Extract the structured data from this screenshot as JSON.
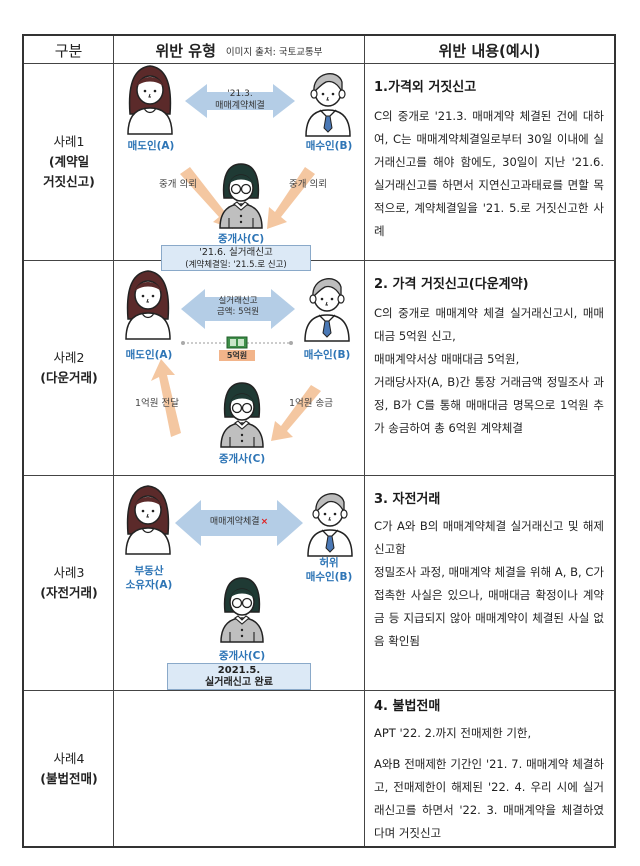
{
  "header": {
    "col1": "구분",
    "col2": "위반 유형",
    "col2_source": "이미지 출처: 국토교통부",
    "col3": "위반 내용(예시)"
  },
  "cases": [
    {
      "label": "사례1",
      "type": "(계약일 거짓신고)",
      "type_lines": [
        "(계약일",
        "거짓신고)"
      ],
      "illustration": {
        "seller": "매도인(A)",
        "buyer": "매수인(B)",
        "broker": "중개사(C)",
        "arrow_text_1": "'21.3.",
        "arrow_text_2": "매매계약체결",
        "left_flow": "중개 의뢰",
        "right_flow": "중개 의뢰",
        "box_line1": "'21.6. 실거래신고",
        "box_line2": "(계약체결일: '21.5.로 신고)"
      },
      "title": "1.가격외 거짓신고",
      "body": [
        "C의 중개로 '21.3. 매매계약 체결된 건에 대하여, C는 매매계약체결일로부터 30일 이내에 실거래신고를 해야 함에도, 30일이 지난 '21.6. 실거래신고를 하면서 지연신고과태료를 면할 목적으로, 계약체결일을 '21. 5.로 거짓신고한 사례"
      ]
    },
    {
      "label": "사례2",
      "type": "(다운거래)",
      "illustration": {
        "seller": "매도인(A)",
        "buyer": "매수인(B)",
        "broker": "중개사(C)",
        "arrow_text_1": "실거래신고",
        "arrow_text_2": "금액: 5억원",
        "money_label": "5억원",
        "left_flow": "1억원 전달",
        "right_flow": "1억원 송금"
      },
      "title": "2. 가격 거짓신고(다운계약)",
      "body": [
        "C의 중개로 매매계약 체결 실거래신고시, 매매대금 5억원 신고,",
        "매매계약서상 매매대금 5억원,",
        "거래당사자(A, B)간 통장 거래금액 정밀조사 과정, B가 C를 통해 매매대금 명목으로 1억원 추가 송금하여 총 6억원 계약체결"
      ]
    },
    {
      "label": "사례3",
      "type": "(자전거래)",
      "illustration": {
        "seller_line1": "부동산",
        "seller_line2": "소유자(A)",
        "buyer_line1": "허위",
        "buyer_line2": "매수인(B)",
        "broker": "중개사(C)",
        "arrow_text": "매매계약체결",
        "arrow_mark": "×",
        "box_line1": "2021.5.",
        "box_line2": "실거래신고 완료"
      },
      "title": "3. 자전거래",
      "body": [
        "C가 A와 B의 매매계약체결 실거래신고 및 해제신고함",
        "정밀조사 과정, 매매계약 체결을 위해 A, B, C가 접촉한 사실은 있으나, 매매대금 확정이나 계약금 등 지급되지 않아 매매계약이 체결된 사실 없음 확인됨"
      ]
    },
    {
      "label": "사례4",
      "type": "(불법전매)",
      "title": "4. 불법전매",
      "body": [
        "APT '22. 2.까지 전매제한 기한,",
        "A와B 전매제한 기간인 '21. 7. 매매계약 체결하고, 전매제한이 해제된 '22. 4. 우리 시에 실거래신고를 하면서 '22. 3. 매매계약을 체결하였다며 거짓신고"
      ]
    }
  ],
  "colors": {
    "label_blue": "#2e75b6",
    "arrow_blue": "#b4cde6",
    "arrow_orange": "#f4c7a1",
    "box_fill": "#dce9f6",
    "hair_female": "#5b2a2a",
    "hair_broker": "#1f3a34",
    "hair_male": "#bdbdbd",
    "tie": "#4a78b5",
    "money_tag": "#f2b48a",
    "cross_red": "#e02020"
  }
}
